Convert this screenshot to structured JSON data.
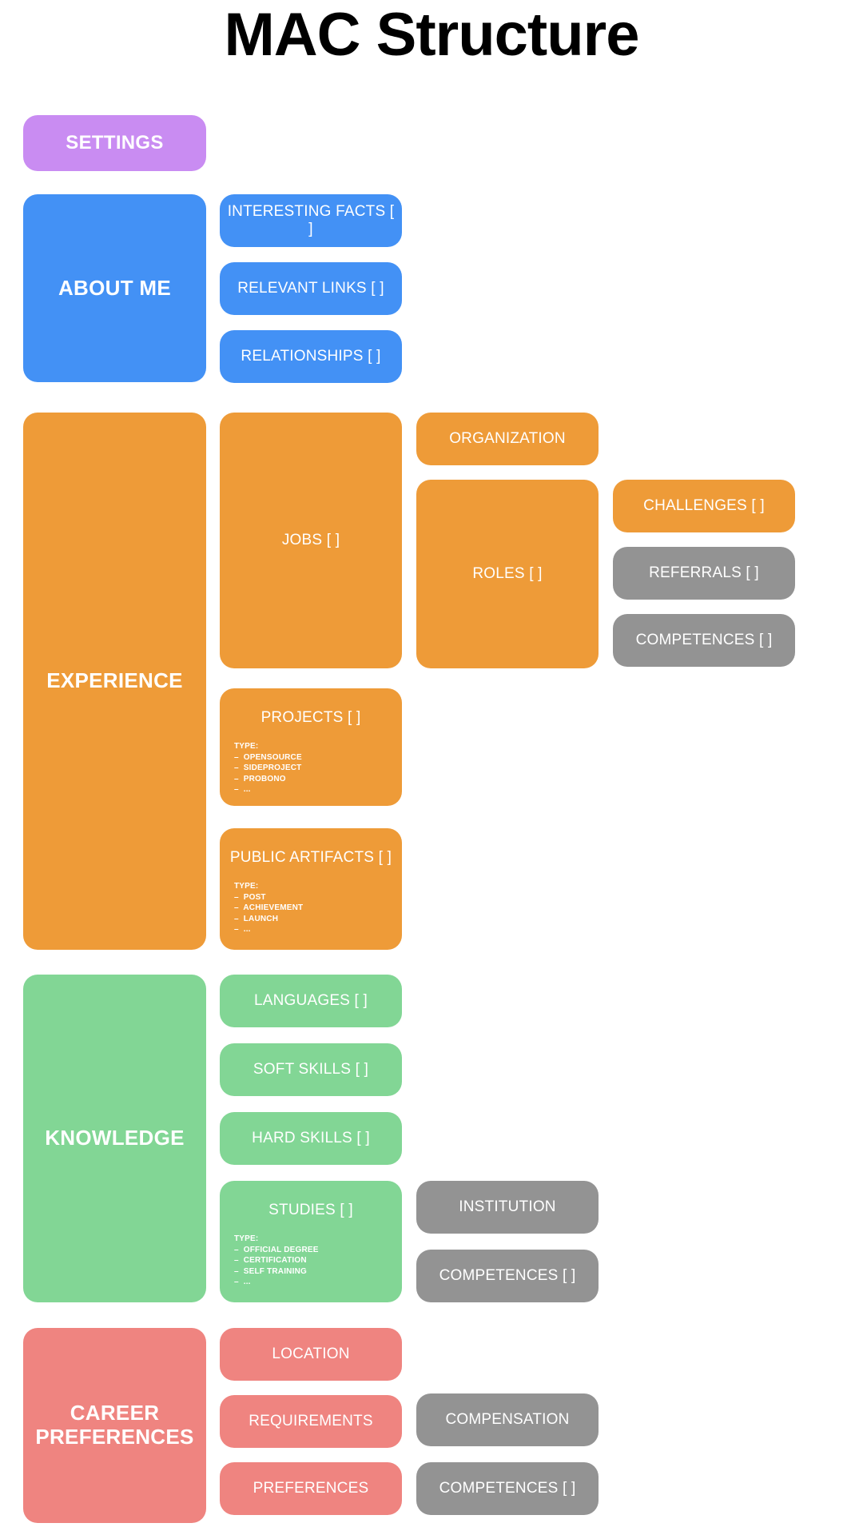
{
  "page": {
    "title": "MAC Structure",
    "background": "#ffffff"
  },
  "palette": {
    "purple": "#c98cf2",
    "blue": "#4391f5",
    "orange": "#ee9b38",
    "green": "#82d695",
    "red": "#ef8480",
    "grey": "#939393",
    "text_on_fill": "#ffffff",
    "title_text": "#000000"
  },
  "sections": {
    "settings": {
      "root": {
        "label": "SETTINGS",
        "color": "#c98cf2"
      }
    },
    "about_me": {
      "root": {
        "label": "ABOUT ME",
        "color": "#4391f5"
      },
      "children": [
        {
          "label": "INTERESTING FACTS [ ]",
          "color": "#4391f5"
        },
        {
          "label": "RELEVANT LINKS [ ]",
          "color": "#4391f5"
        },
        {
          "label": "RELATIONSHIPS [ ]",
          "color": "#4391f5"
        }
      ]
    },
    "experience": {
      "root": {
        "label": "EXPERIENCE",
        "color": "#ee9b38"
      },
      "children": [
        {
          "label": "JOBS [ ]",
          "color": "#ee9b38"
        },
        {
          "label": "PROJECTS [ ]",
          "color": "#ee9b38",
          "type_heading": "TYPE:",
          "type_items": [
            "–  OPENSOURCE",
            "–  SIDEPROJECT",
            "–  PROBONO",
            "–  ..."
          ]
        },
        {
          "label": "PUBLIC ARTIFACTS [ ]",
          "color": "#ee9b38",
          "type_heading": "TYPE:",
          "type_items": [
            "–  POST",
            "–  ACHIEVEMENT",
            "–  LAUNCH",
            "–  ..."
          ]
        }
      ],
      "job_children": [
        {
          "label": "ORGANIZATION",
          "color": "#ee9b38"
        },
        {
          "label": "ROLES [ ]",
          "color": "#ee9b38"
        }
      ],
      "role_children": [
        {
          "label": "CHALLENGES [ ]",
          "color": "#ee9b38"
        },
        {
          "label": "REFERRALS [ ]",
          "color": "#939393"
        },
        {
          "label": "COMPETENCES [ ]",
          "color": "#939393"
        }
      ]
    },
    "knowledge": {
      "root": {
        "label": "KNOWLEDGE",
        "color": "#82d695"
      },
      "children": [
        {
          "label": "LANGUAGES [ ]",
          "color": "#82d695"
        },
        {
          "label": "SOFT SKILLS [ ]",
          "color": "#82d695"
        },
        {
          "label": "HARD SKILLS [ ]",
          "color": "#82d695"
        },
        {
          "label": "STUDIES [ ]",
          "color": "#82d695",
          "type_heading": "TYPE:",
          "type_items": [
            "–  OFFICIAL DEGREE",
            "–  CERTIFICATION",
            "–  SELF TRAINING",
            "–  ..."
          ]
        }
      ],
      "studies_children": [
        {
          "label": "INSTITUTION",
          "color": "#939393"
        },
        {
          "label": "COMPETENCES [ ]",
          "color": "#939393"
        }
      ]
    },
    "career_preferences": {
      "root": {
        "label": "CAREER\nPREFERENCES",
        "label_line1": "CAREER",
        "label_line2": "PREFERENCES",
        "color": "#ef8480"
      },
      "children": [
        {
          "label": "LOCATION",
          "color": "#ef8480"
        },
        {
          "label": "REQUIREMENTS",
          "color": "#ef8480"
        },
        {
          "label": "PREFERENCES",
          "color": "#ef8480"
        }
      ],
      "detail_children": [
        {
          "label": "COMPENSATION",
          "color": "#939393"
        },
        {
          "label": "COMPETENCES [ ]",
          "color": "#939393"
        }
      ]
    }
  }
}
